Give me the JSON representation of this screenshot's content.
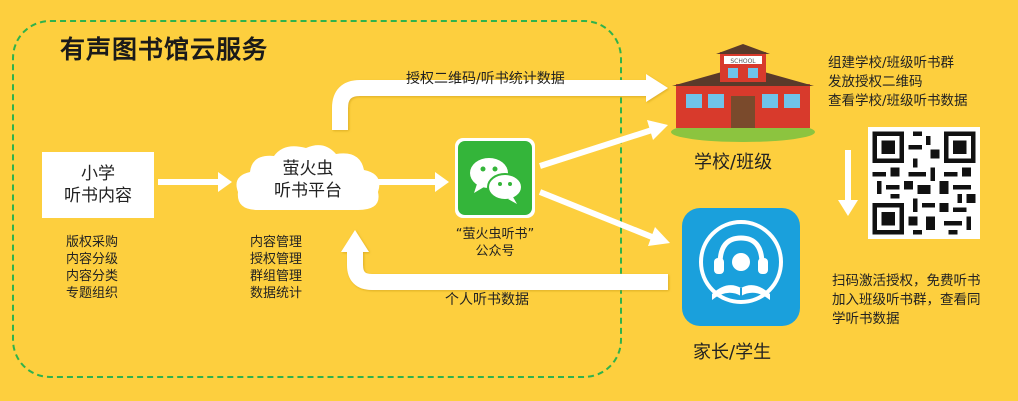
{
  "title": "有声图书馆云服务",
  "content_card": {
    "line1": "小学",
    "line2": "听书内容"
  },
  "content_list": [
    "版权采购",
    "内容分级",
    "内容分类",
    "专题组织"
  ],
  "platform": {
    "line1": "萤火虫",
    "line2": "听书平台"
  },
  "platform_list": [
    "内容管理",
    "授权管理",
    "群组管理",
    "数据统计"
  ],
  "wechat": {
    "line1": "“萤火虫听书”",
    "line2": "公众号"
  },
  "arrow_top_label": "授权二维码/听书统计数据",
  "arrow_bottom_label": "个人听书数据",
  "school": {
    "label": "学校/班级",
    "sign": "SCHOOL",
    "notes": [
      "组建学校/班级听书群",
      "发放授权二维码",
      "查看学校/班级听书数据"
    ]
  },
  "parent": {
    "label": "家长/学生",
    "notes": [
      "扫码激活授权，免费听书",
      "加入班级听书群，查看同",
      "学听书数据"
    ]
  },
  "colors": {
    "background": "#fdcf3e",
    "dashed_border": "#2fb24c",
    "wechat_green": "#34b53a",
    "app_blue": "#1aa0dc"
  },
  "icons": [
    "cloud-icon",
    "wechat-icon",
    "school-building-icon",
    "headphones-book-icon",
    "qr-code-icon"
  ]
}
